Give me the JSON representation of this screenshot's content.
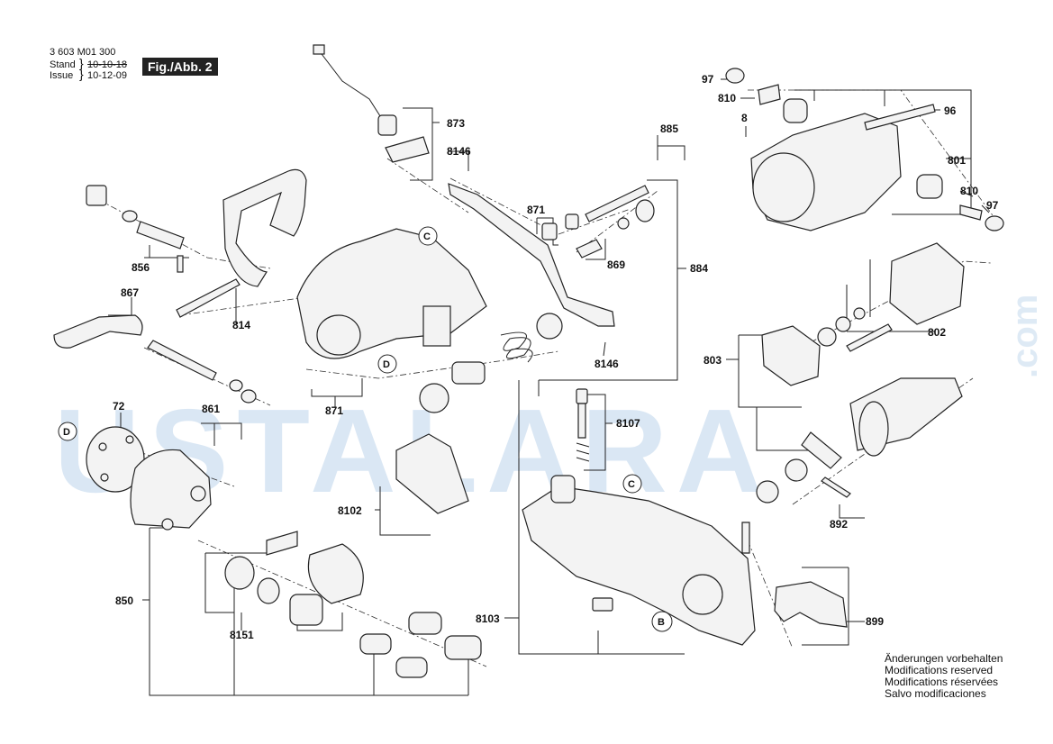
{
  "header": {
    "doc_number": "3 603 M01 300",
    "stand_label": "Stand",
    "stand_old": "10-10-18",
    "issue_label": "Issue",
    "issue_date": "10-12-09",
    "figure_label": "Fig./Abb. 2"
  },
  "notes": [
    "Änderungen vorbehalten",
    "Modifications reserved",
    "Modifications réservées",
    "Salvo modificaciones"
  ],
  "watermark": {
    "text": "USTALARA",
    "suffix": ".com"
  },
  "callouts": {
    "c97a": "97",
    "c810a": "810",
    "c8": "8",
    "c96": "96",
    "c801": "801",
    "c810b": "810",
    "c97b": "97",
    "c873": "873",
    "c8146a": "8146",
    "c885": "885",
    "c871a": "871",
    "c869": "869",
    "c884": "884",
    "c856": "856",
    "c867": "867",
    "c814": "814",
    "c8146b": "8146",
    "c803": "803",
    "c802": "802",
    "c871b": "871",
    "c72": "72",
    "c861": "861",
    "c8107": "8107",
    "c892": "892",
    "c8102": "8102",
    "c850": "850",
    "c8151": "8151",
    "c8103": "8103",
    "c899": "899"
  },
  "markers": {
    "C": "C",
    "D": "D",
    "B": "B"
  }
}
